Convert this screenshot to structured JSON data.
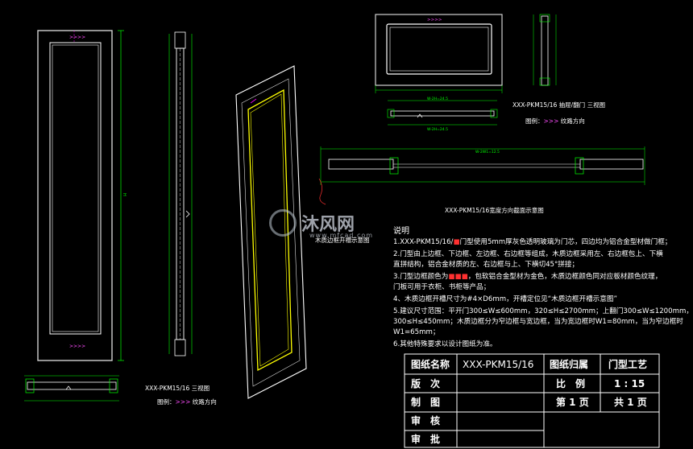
{
  "watermark": {
    "brand": "沐风网",
    "url": "www.mfcad.com"
  },
  "main_view": {
    "arrows_top": ">>>>",
    "arrows_bottom": ">>>>"
  },
  "caption_main": {
    "title": "XXX-PKM15/16 三视图",
    "legend_prefix": "图例：",
    "legend_arrows": ">>>",
    "legend_text": "纹路方向"
  },
  "caption_frame": {
    "title": "XXX-PKM15/16 抽屉/翻门 三视图",
    "legend_prefix": "图例：",
    "legend_arrows": ">>>",
    "legend_text": "纹路方向"
  },
  "caption_section": {
    "title": "XXX-PKM15/16宽度方向截面示意图"
  },
  "caption_slot": {
    "title": "木质边框开槽示意图"
  },
  "notes": {
    "heading": "说明",
    "n1a": "1.XXX-PKM15/16/",
    "n1b": "门型使用5mm厚灰色透明玻璃为门芯，四边均为铝合金型材做门框；",
    "n2a": "2.门型由上边框、下边框、左边框、右边框等组成，木质边框采用左、右边框包上、下横",
    "n2b": "直拼结构，铝合金材质的左、右边框与上、下横切45°拼接；",
    "n3a": "3.门型边框颜色为",
    "n3b": "，包软铝合金型材为金色，木质边框颜色同对应板材颜色纹理，",
    "n3c": "门板可用于衣柜、书柜等产品；",
    "n4": "4、木质边框开槽尺寸为#4×D6mm，开槽定位见“木质边框开槽示意图”",
    "n5a": "5.建议尺寸范围：平开门300≤W≤600mm，320≤H≤2700mm；上翻门300≤W≤1200mm，",
    "n5b": "300≤H≤450mm；木质边框分为窄边框与宽边框，当为宽边框时W1=80mm，当为窄边框时",
    "n5c": "W1=65mm；",
    "n6": "6.其他特殊要求以设计图纸为准。"
  },
  "title_block": {
    "drawing_name_label": "图纸名称",
    "drawing_name": "XXX-PKM15/16",
    "category_label": "图纸归属",
    "category": "门型工艺",
    "version_label": "版　次",
    "scale_label": "比　例",
    "scale": "1 : 15",
    "drawn_label": "制　图",
    "page": "第 1 页",
    "total_pages": "共 1 页",
    "review_label": "审　核",
    "approve_label": "审　批"
  },
  "colors": {
    "background": "#000000",
    "outline": "#ffffff",
    "dimension": "#00ff00",
    "accent": "#ff00ff",
    "yellow": "#ffff00",
    "red": "#ff3030"
  }
}
